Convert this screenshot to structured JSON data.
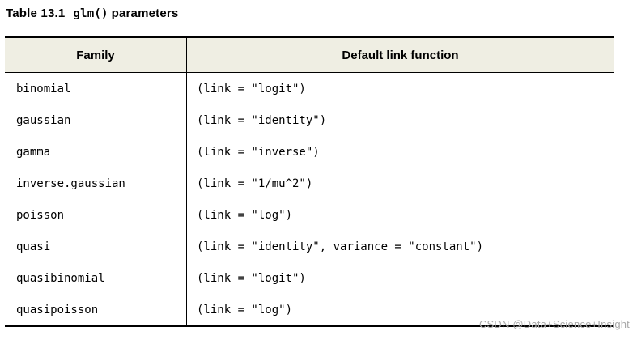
{
  "title": {
    "label": "Table 13.1",
    "code": "glm()",
    "rest": "parameters"
  },
  "table": {
    "headers": {
      "family": "Family",
      "link": "Default link function"
    },
    "rows": [
      {
        "family": "binomial",
        "link": "(link = \"logit\")"
      },
      {
        "family": "gaussian",
        "link": "(link = \"identity\")"
      },
      {
        "family": "gamma",
        "link": "(link = \"inverse\")"
      },
      {
        "family": "inverse.gaussian",
        "link": "(link = \"1/mu^2\")"
      },
      {
        "family": "poisson",
        "link": "(link = \"log\")"
      },
      {
        "family": "quasi",
        "link": "(link = \"identity\", variance = \"constant\")"
      },
      {
        "family": "quasibinomial",
        "link": "(link = \"logit\")"
      },
      {
        "family": "quasipoisson",
        "link": "(link = \"log\")"
      }
    ]
  },
  "watermark": "CSDN @Data+Science+Insight",
  "colors": {
    "header_bg": "#efeee3",
    "border": "#000000",
    "watermark_text": "#a9a9a9"
  }
}
